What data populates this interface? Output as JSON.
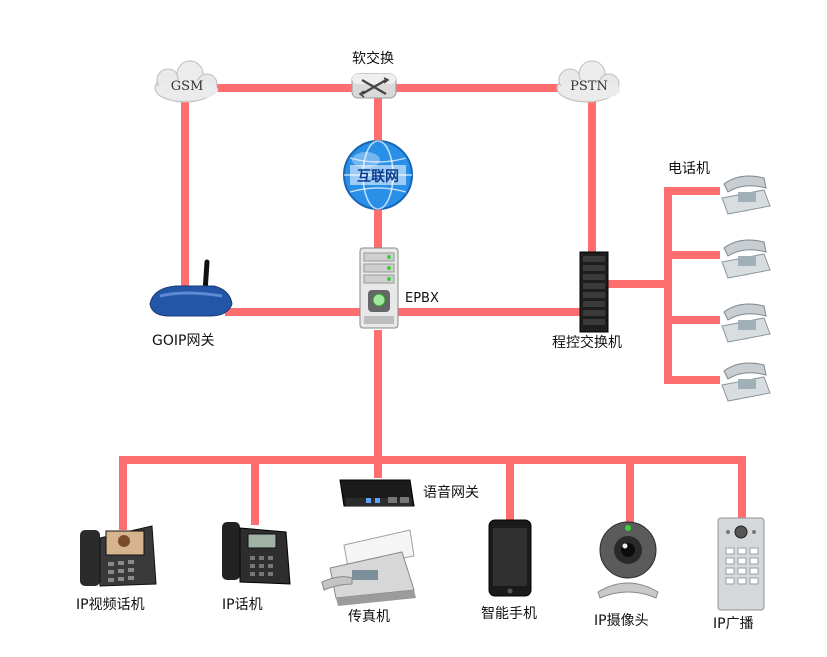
{
  "labels": {
    "softswitch": "软交换",
    "gsm": "GSM",
    "pstn": "PSTN",
    "internet": "互联网",
    "phone": "电话机",
    "epbx": "EPBX",
    "goip": "GOIP网关",
    "pbx_switch": "程控交换机",
    "voice_gateway": "语音网关",
    "ip_video_phone": "IP视频话机",
    "ip_phone": "IP话机",
    "fax": "传真机",
    "smartphone": "智能手机",
    "ip_camera": "IP摄像头",
    "ip_broadcast": "IP广播"
  },
  "colors": {
    "link": "#ff6e6e",
    "cloud": "#e6e6e6",
    "device_dark": "#2a2a2a",
    "globe": "#1c7fd8",
    "goip": "#1f4fa0"
  }
}
